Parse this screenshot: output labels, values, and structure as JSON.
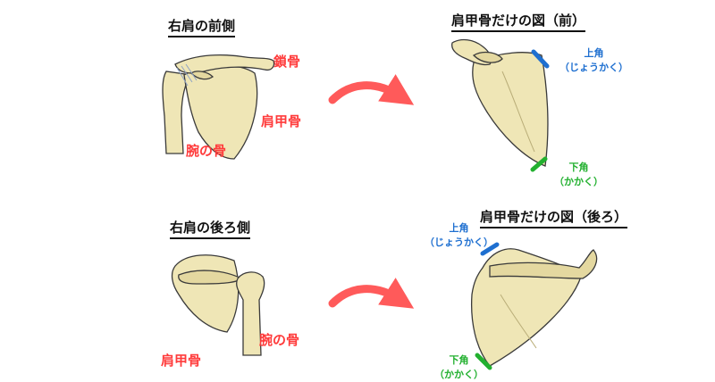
{
  "front_view": {
    "title": "右肩の前側",
    "labels": {
      "clavicle": "鎖骨",
      "scapula": "肩甲骨",
      "humerus": "腕の骨"
    }
  },
  "scapula_front": {
    "title": "肩甲骨だけの図（前）",
    "superior_angle": {
      "name": "上角",
      "reading": "（じょうかく）"
    },
    "inferior_angle": {
      "name": "下角",
      "reading": "（かかく）"
    }
  },
  "back_view": {
    "title": "右肩の後ろ側",
    "labels": {
      "humerus": "腕の骨",
      "scapula": "肩甲骨"
    }
  },
  "scapula_back": {
    "title": "肩甲骨だけの図（後ろ）",
    "superior_angle": {
      "name": "上角",
      "reading": "（じょうかく）"
    },
    "inferior_angle": {
      "name": "下角",
      "reading": "（かかく）"
    }
  },
  "colors": {
    "bone": "#efe6b6",
    "bone_outline": "#3a3a3a",
    "label_red": "#ff3b3b",
    "superior_blue": "#1e6fd0",
    "inferior_green": "#22b02f",
    "arrow": "#ff5a5a"
  }
}
